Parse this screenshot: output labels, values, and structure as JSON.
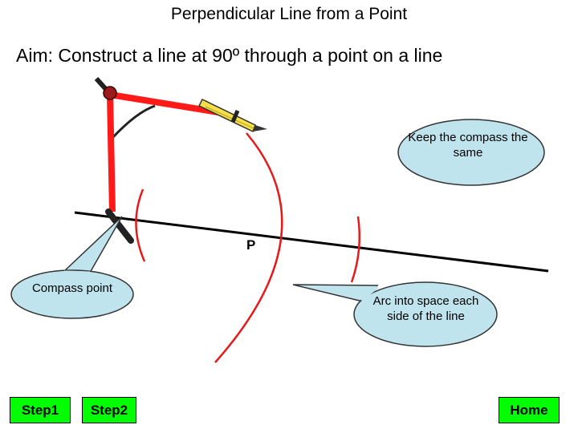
{
  "title": "Perpendicular Line from a Point",
  "aim": "Aim: Construct a line at 90º through a point on a line",
  "point_label": "P",
  "callouts": {
    "keep": "Keep the compass the same",
    "compass_point": "Compass point",
    "arc": "Arc into space each side of the line"
  },
  "buttons": {
    "step1": "Step1",
    "step2": "Step2",
    "home": "Home"
  },
  "colors": {
    "button_bg": "#00ff00",
    "callout_fill": "#bfe4ee",
    "compass_red": "#ff1a1a",
    "arc_red": "#e51b1b",
    "pencil_yellow": "#f5e04a"
  }
}
